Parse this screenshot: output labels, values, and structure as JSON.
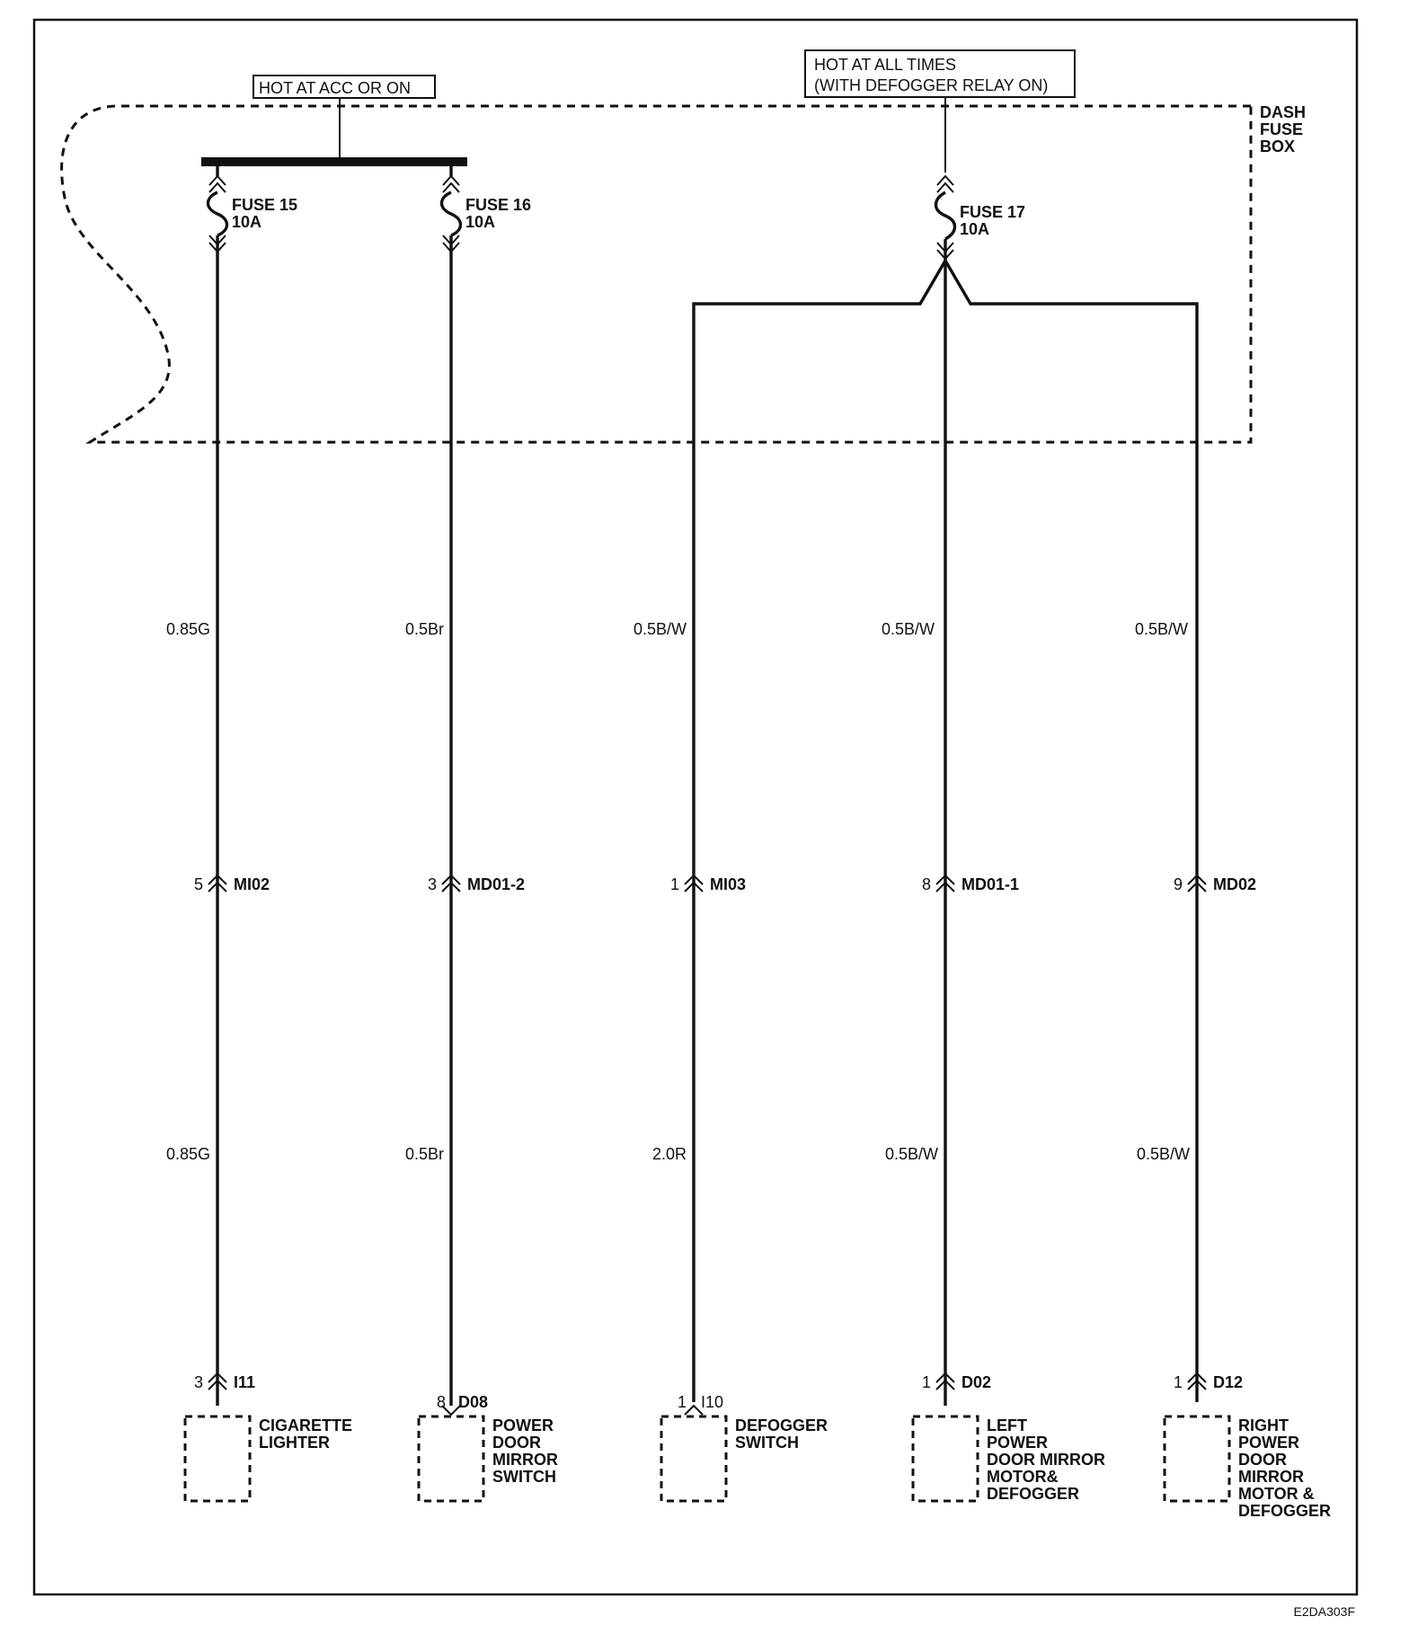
{
  "sources": {
    "acc_on": "HOT AT ACC OR ON",
    "all_times_line1": "HOT AT ALL TIMES",
    "all_times_line2": "(WITH DEFOGGER RELAY ON)"
  },
  "fuse_box": {
    "label_lines": [
      "DASH",
      "FUSE",
      "BOX"
    ]
  },
  "fuses": [
    {
      "name": "FUSE 15",
      "rating": "10A"
    },
    {
      "name": "FUSE 16",
      "rating": "10A"
    },
    {
      "name": "FUSE 17",
      "rating": "10A"
    }
  ],
  "circuits": [
    {
      "wire_upper": "0.85G",
      "mid_connector": {
        "pin": "5",
        "id": "MI02"
      },
      "wire_lower": "0.85G",
      "end_connector": {
        "pin": "3",
        "id": "I11"
      },
      "component_lines": [
        "CIGARETTE",
        "LIGHTER"
      ]
    },
    {
      "wire_upper": "0.5Br",
      "mid_connector": {
        "pin": "3",
        "id": "MD01-2"
      },
      "wire_lower": "0.5Br",
      "end_connector": {
        "pin": "8",
        "id": "D08"
      },
      "component_lines": [
        "POWER",
        "DOOR",
        "MIRROR",
        "SWITCH"
      ]
    },
    {
      "wire_upper": "0.5B/W",
      "mid_connector": {
        "pin": "1",
        "id": "MI03"
      },
      "wire_lower": "2.0R",
      "end_connector": {
        "pin": "1",
        "id": "I10"
      },
      "component_lines": [
        "DEFOGGER",
        "SWITCH"
      ]
    },
    {
      "wire_upper": "0.5B/W",
      "mid_connector": {
        "pin": "8",
        "id": "MD01-1"
      },
      "wire_lower": "0.5B/W",
      "end_connector": {
        "pin": "1",
        "id": "D02"
      },
      "component_lines": [
        "LEFT",
        "POWER",
        "DOOR MIRROR",
        "MOTOR&",
        "DEFOGGER"
      ]
    },
    {
      "wire_upper": "0.5B/W",
      "mid_connector": {
        "pin": "9",
        "id": "MD02"
      },
      "wire_lower": "0.5B/W",
      "end_connector": {
        "pin": "1",
        "id": "D12"
      },
      "component_lines": [
        "RIGHT",
        "POWER",
        "DOOR",
        "MIRROR",
        "MOTOR &",
        "DEFOGGER"
      ]
    }
  ],
  "figure_code": "E2DA303F"
}
